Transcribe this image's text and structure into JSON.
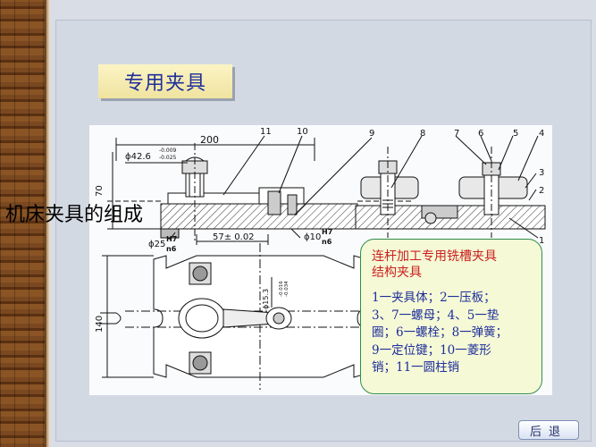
{
  "title": "专用夹具",
  "overlay_caption": "机床夹具的组成",
  "info_box": {
    "title_line1": "连杆加工专用铣槽夹具",
    "title_line2": "结构夹具",
    "body_line1": "1一夹具体；2一压板；",
    "body_line2": "3、7一螺母；4、5一垫",
    "body_line3": "圈；6一螺栓；8一弹簧；",
    "body_line4": "9一定位键；10一菱形",
    "body_line5": "销；11一圆柱销"
  },
  "drawing": {
    "dim_200": "200",
    "dim_70": "70",
    "dim_140": "140",
    "dim_phi42": "ϕ42.6",
    "dim_phi42_tol_up": "-0.009",
    "dim_phi42_tol_dn": "-0.025",
    "dim_phi25": "ϕ25",
    "dim_phi25_fit_num": "H7",
    "dim_phi25_fit_den": "n6",
    "dim_57": "57± 0.02",
    "dim_phi10": "ϕ10",
    "dim_phi10_fit_num": "H7",
    "dim_phi10_fit_den": "n6",
    "dim_phi15": "ϕ15.3",
    "dim_phi15_tol_up": "-0.016",
    "dim_phi15_tol_dn": "-0.034",
    "callouts": [
      "11",
      "10",
      "9",
      "8",
      "7",
      "6",
      "5",
      "4",
      "3",
      "2",
      "1"
    ]
  },
  "nav": {
    "back_label": "后退"
  },
  "colors": {
    "title": "#1f2f9a",
    "info_title": "#cc1f1f",
    "info_body": "#1e2e9a",
    "info_border": "#2f8d4a"
  }
}
